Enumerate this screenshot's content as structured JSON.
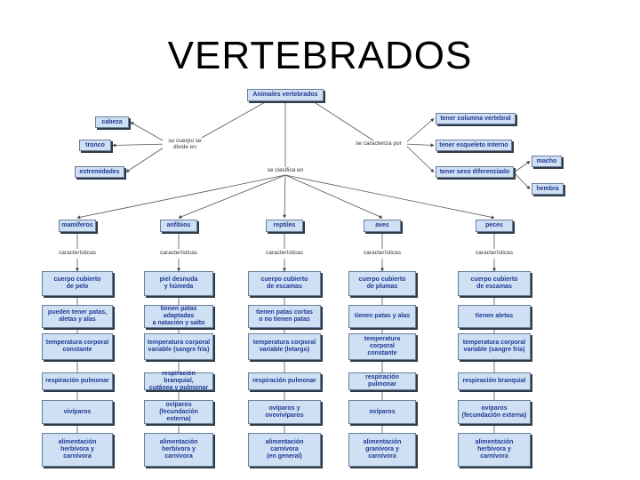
{
  "title": "VERTEBRADOS",
  "root": "Animales vertebrados",
  "body_label": "su cuerpo se\ndivide en",
  "body_parts": [
    "cabeza",
    "tronco",
    "extremidades"
  ],
  "trait_label": "se caracteriza por",
  "traits": [
    "tener columna vertebral",
    "tener esqueleto interno",
    "tener sexo diferenciado"
  ],
  "sexes": [
    "macho",
    "hembra"
  ],
  "class_label": "se clasifica en",
  "char_label": "características",
  "classes": [
    {
      "name": "mamíferos",
      "char_label": "características",
      "items": [
        "cuerpo cubierto\nde pelo",
        "pueden tener patas,\naletas y alas",
        "temperatura corporal\nconstante",
        "respiración pulmonar",
        "vivíparos",
        "alimentación\nherbívora y\ncarnívora"
      ]
    },
    {
      "name": "anfibios",
      "char_label": "características",
      "items": [
        "piel desnuda\ny húmeda",
        "tienen patas adaptadas\na natación y salto",
        "temperatura corporal\nvariable (sangre fría)",
        "respiración branquial,\ncutánea y pulmonar",
        "ovíparos\n(fecundación externa)",
        "alimentación\nherbívora y\ncarnívora"
      ]
    },
    {
      "name": "reptiles",
      "char_label": "características",
      "items": [
        "cuerpo cubierto\nde escamas",
        "tienen patas cortas\no no tienen patas",
        "temperatura corporal\nvariable (letargo)",
        "respiración pulmonar",
        "ovíparos y\novovivíparos",
        "alimentación\ncarnívora\n(en general)"
      ]
    },
    {
      "name": "aves",
      "char_label": "características",
      "items": [
        "cuerpo cubierto\nde plumas",
        "tienen patas y alas",
        "temperatura corporal\nconstante",
        "respiración pulmonar",
        "ovíparos",
        "alimentación\ngranívora y\ncarnívora"
      ]
    },
    {
      "name": "peces",
      "char_label": "características",
      "items": [
        "cuerpo cubierto\nde escamas",
        "tienen aletas",
        "temperatura corporal\nvariable (sangre fría)",
        "respiración branquial",
        "ovíparos\n(fecundación externa)",
        "alimentación\nherbívora y\ncarnívora"
      ]
    }
  ],
  "colors": {
    "box_fill": "#cfe0f5",
    "box_border": "#6a7f99",
    "box_text": "#1f3a93",
    "line": "#555555"
  }
}
